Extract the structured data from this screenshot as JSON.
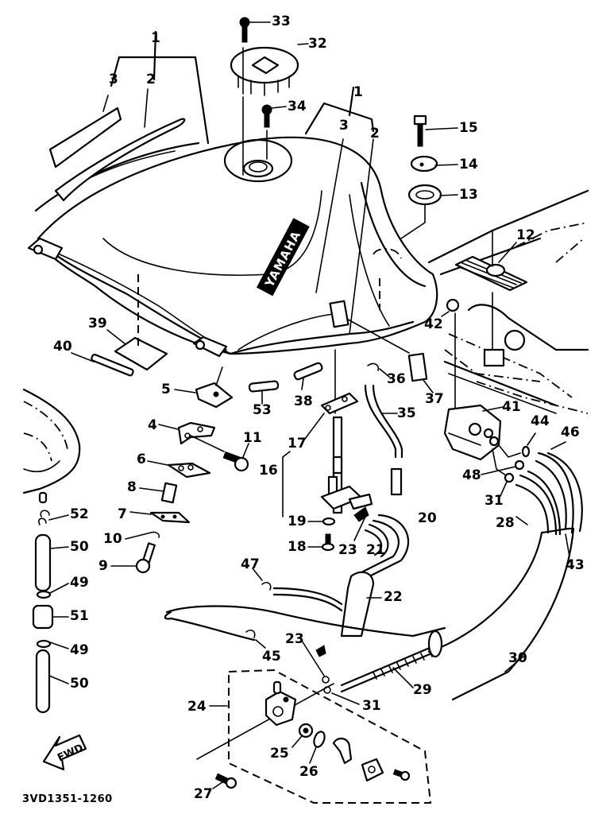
{
  "diagram": {
    "title": "Fuel tank exploded parts diagram",
    "drawing_code": "3VD1351-1260",
    "brand_on_tank": "YAMAHA",
    "direction_marker": "FWD",
    "callouts": [
      {
        "id": "c1a",
        "num": "1"
      },
      {
        "id": "c2a",
        "num": "2"
      },
      {
        "id": "c3a",
        "num": "3"
      },
      {
        "id": "c1b",
        "num": "1"
      },
      {
        "id": "c2b",
        "num": "2"
      },
      {
        "id": "c3b",
        "num": "3"
      },
      {
        "id": "c4",
        "num": "4"
      },
      {
        "id": "c5",
        "num": "5"
      },
      {
        "id": "c6",
        "num": "6"
      },
      {
        "id": "c7",
        "num": "7"
      },
      {
        "id": "c8",
        "num": "8"
      },
      {
        "id": "c9",
        "num": "9"
      },
      {
        "id": "c10",
        "num": "10"
      },
      {
        "id": "c11",
        "num": "11"
      },
      {
        "id": "c12",
        "num": "12"
      },
      {
        "id": "c13",
        "num": "13"
      },
      {
        "id": "c14",
        "num": "14"
      },
      {
        "id": "c15",
        "num": "15"
      },
      {
        "id": "c16",
        "num": "16"
      },
      {
        "id": "c17",
        "num": "17"
      },
      {
        "id": "c18",
        "num": "18"
      },
      {
        "id": "c19",
        "num": "19"
      },
      {
        "id": "c20",
        "num": "20"
      },
      {
        "id": "c21",
        "num": "21"
      },
      {
        "id": "c22",
        "num": "22"
      },
      {
        "id": "c23a",
        "num": "23"
      },
      {
        "id": "c23b",
        "num": "23"
      },
      {
        "id": "c24",
        "num": "24"
      },
      {
        "id": "c25",
        "num": "25"
      },
      {
        "id": "c26",
        "num": "26"
      },
      {
        "id": "c27",
        "num": "27"
      },
      {
        "id": "c28",
        "num": "28"
      },
      {
        "id": "c29",
        "num": "29"
      },
      {
        "id": "c30",
        "num": "30"
      },
      {
        "id": "c31a",
        "num": "31"
      },
      {
        "id": "c31b",
        "num": "31"
      },
      {
        "id": "c32",
        "num": "32"
      },
      {
        "id": "c33",
        "num": "33"
      },
      {
        "id": "c34",
        "num": "34"
      },
      {
        "id": "c35",
        "num": "35"
      },
      {
        "id": "c36",
        "num": "36"
      },
      {
        "id": "c37",
        "num": "37"
      },
      {
        "id": "c38",
        "num": "38"
      },
      {
        "id": "c39",
        "num": "39"
      },
      {
        "id": "c40",
        "num": "40"
      },
      {
        "id": "c41",
        "num": "41"
      },
      {
        "id": "c42",
        "num": "42"
      },
      {
        "id": "c43",
        "num": "43"
      },
      {
        "id": "c44",
        "num": "44"
      },
      {
        "id": "c45",
        "num": "45"
      },
      {
        "id": "c46",
        "num": "46"
      },
      {
        "id": "c47",
        "num": "47"
      },
      {
        "id": "c48",
        "num": "48"
      },
      {
        "id": "c49a",
        "num": "49"
      },
      {
        "id": "c49b",
        "num": "49"
      },
      {
        "id": "c50a",
        "num": "50"
      },
      {
        "id": "c50b",
        "num": "50"
      },
      {
        "id": "c51",
        "num": "51"
      },
      {
        "id": "c52",
        "num": "52"
      },
      {
        "id": "c53",
        "num": "53"
      }
    ]
  }
}
